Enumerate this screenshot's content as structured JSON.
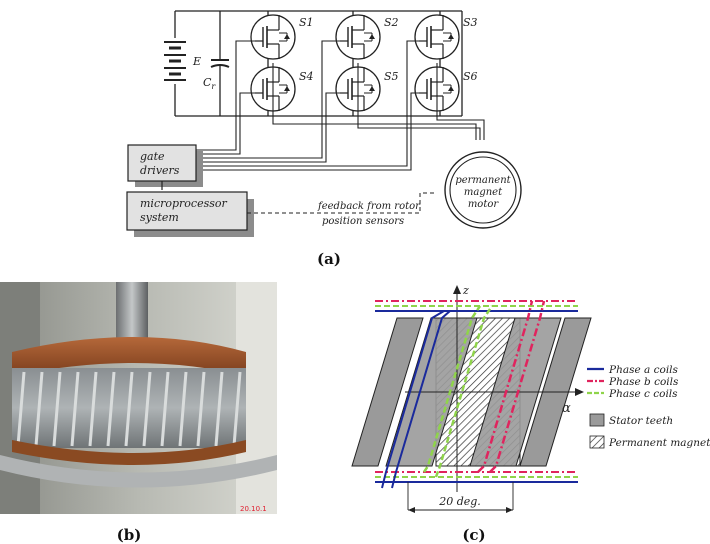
{
  "circuit": {
    "battery_label": "E",
    "capacitor_label": "C",
    "capacitor_subscript": "r",
    "switches": [
      "S1",
      "S2",
      "S3",
      "S4",
      "S5",
      "S6"
    ],
    "gate_drivers_line1": "gate",
    "gate_drivers_line2": "drivers",
    "micro_line1": "microprocessor",
    "micro_line2": "system",
    "feedback_line1": "feedback from rotor",
    "feedback_line2": "position sensors",
    "motor_line1": "permanent",
    "motor_line2": "magnet",
    "motor_line3": "motor"
  },
  "captions": {
    "a": "(a)",
    "b": "(b)",
    "c": "(c)"
  },
  "photo": {
    "stamp": "20.10.1"
  },
  "diagram_c": {
    "z_label": "z",
    "alpha_label": "α",
    "angle_label": "20 deg.",
    "legend": [
      {
        "label": "Phase a coils",
        "color": "#1a2a9c",
        "style": "solid"
      },
      {
        "label": "Phase b coils",
        "color": "#e0245e",
        "style": "dashdot"
      },
      {
        "label": "Phase c coils",
        "color": "#8fd44a",
        "style": "dashed"
      },
      {
        "label": "Stator teeth",
        "color": "#9a9a9a",
        "style": "box"
      },
      {
        "label": "Permanent magnet",
        "color": "#333333",
        "style": "hatch"
      }
    ]
  }
}
